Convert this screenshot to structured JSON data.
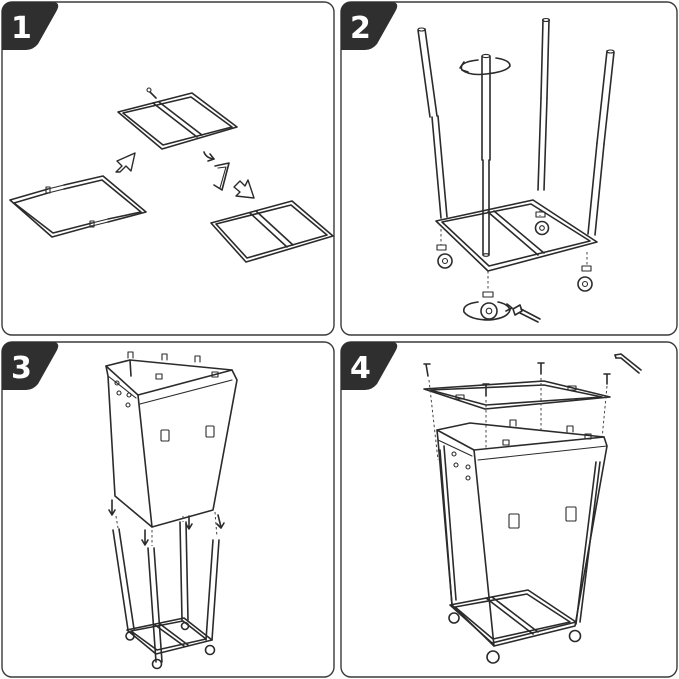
{
  "steps": [
    {
      "number": "1"
    },
    {
      "number": "2"
    },
    {
      "number": "3"
    },
    {
      "number": "4"
    }
  ],
  "colors": {
    "line": "#2b2b2b",
    "badge": "#2f2f2f",
    "background": "#ffffff"
  },
  "icons": [
    "pin-icon",
    "hex-key-icon",
    "caster-wheel-icon",
    "rotate-arrow-icon",
    "screw-icon",
    "bolt-icon"
  ]
}
